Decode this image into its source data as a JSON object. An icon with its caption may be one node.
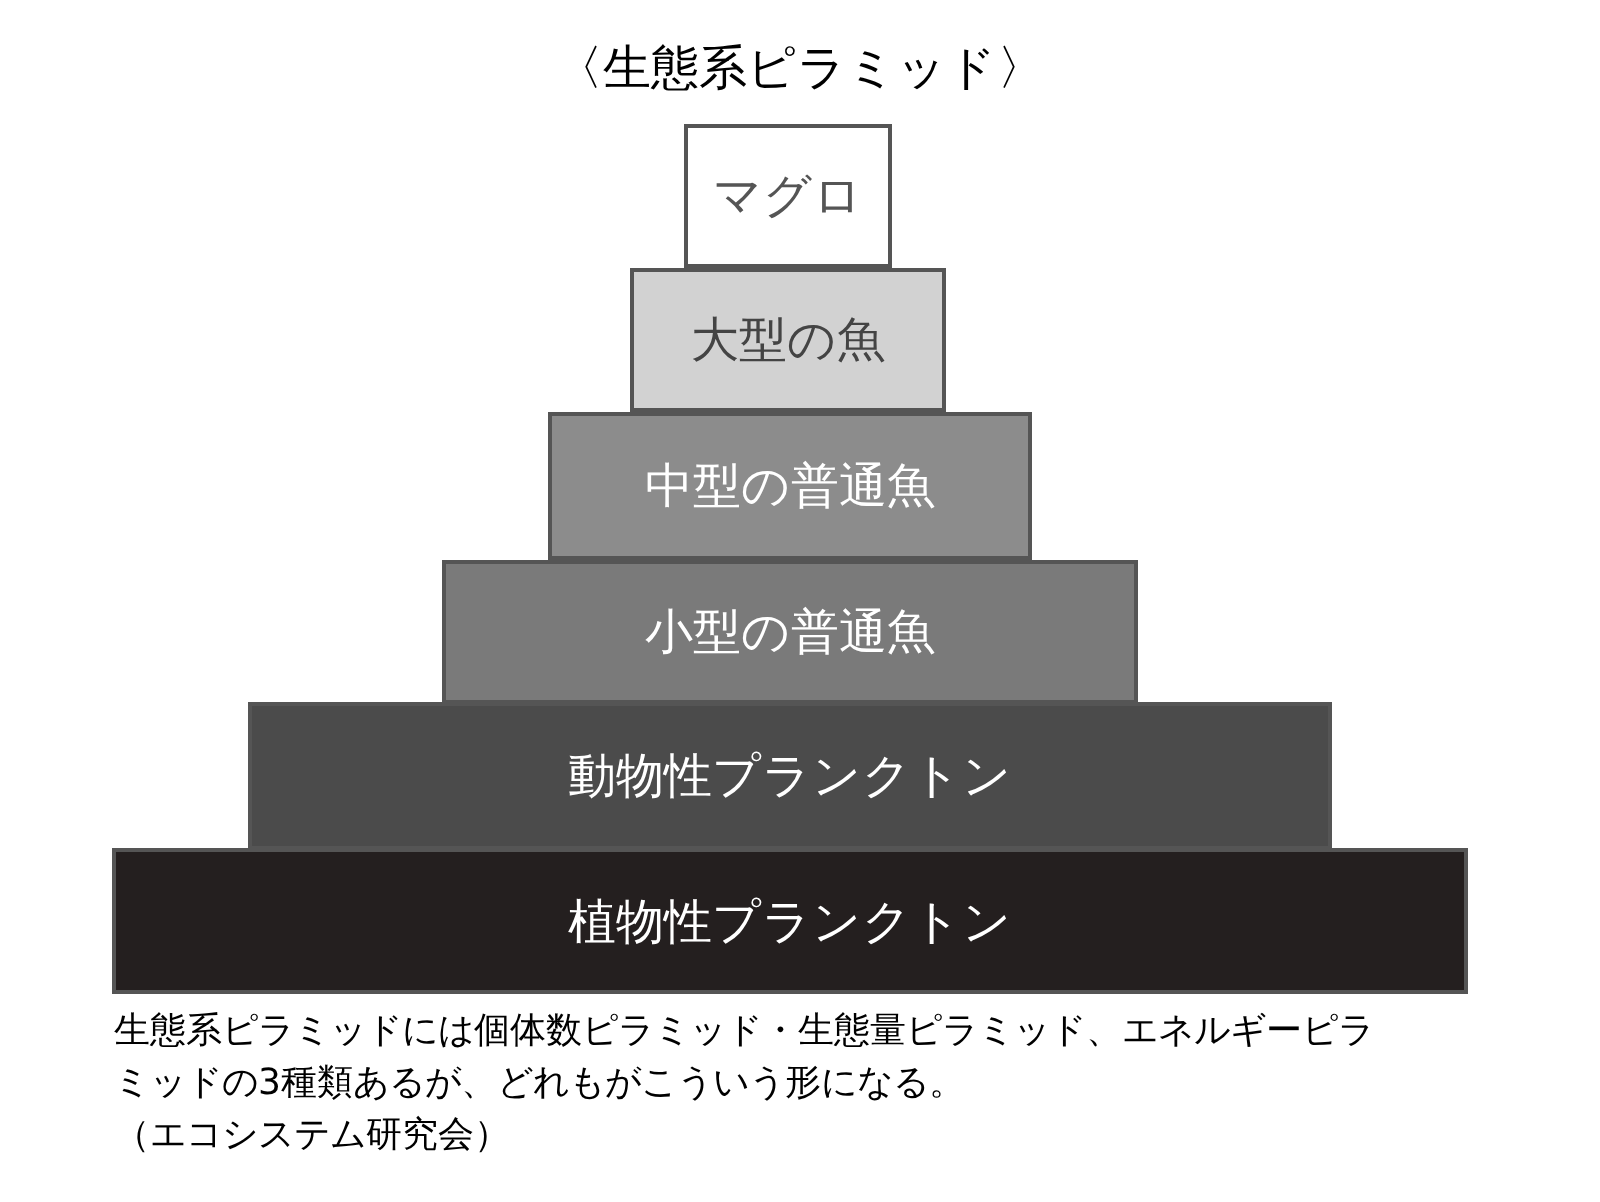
{
  "diagram": {
    "title": "〈生態系ピラミッド〉",
    "nodes": [
      {
        "text": [
          "マグロ"
        ]
      },
      {
        "text": [
          "大型の魚"
        ]
      },
      {
        "text": [
          "中型の普通魚"
        ]
      },
      {
        "text": [
          "小型の普通魚"
        ]
      },
      {
        "text": [
          "動物性プランクトン"
        ]
      },
      {
        "text": [
          "植物性プランクトン"
        ]
      }
    ],
    "caption": "生態系ピラミッドには個体数ピラミッド・生態量ピラミッド、エネルギーピラミッドの3種類あるが、どれもがこういう形になる。",
    "labels": [
      "（エコシステム研究会）"
    ]
  }
}
